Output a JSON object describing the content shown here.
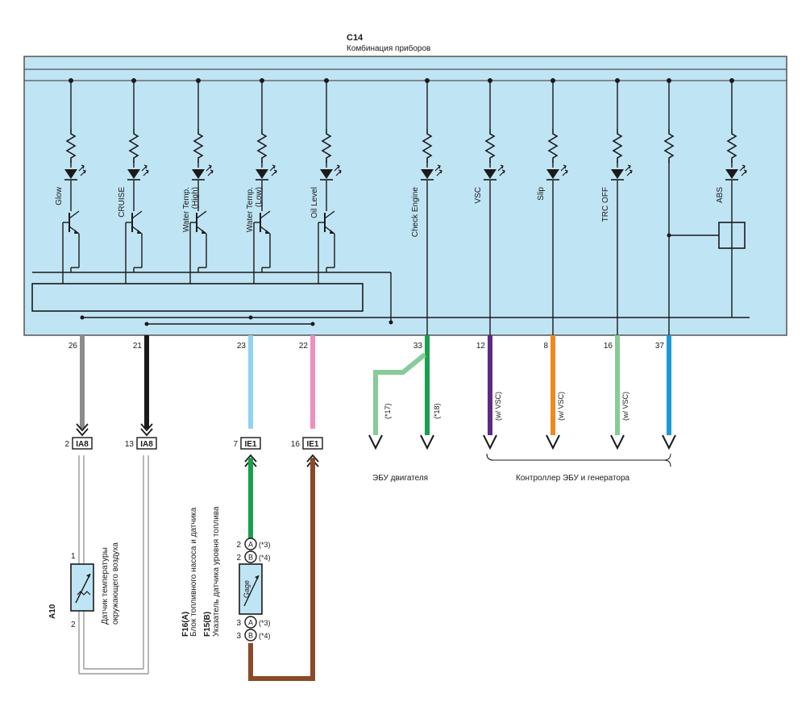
{
  "component": {
    "code": "C14",
    "name": "Комбинация приборов"
  },
  "lamps": [
    {
      "label": "Glow"
    },
    {
      "label": "CRUISE"
    },
    {
      "label": "Water Temp.",
      "label2": "(High)"
    },
    {
      "label": "Water Temp.",
      "label2": "(Low)"
    },
    {
      "label": "Oil Level"
    },
    {
      "label": "Check Engine"
    },
    {
      "label": "VSC"
    },
    {
      "label": "Slip"
    },
    {
      "label": "TRC OFF"
    },
    {
      "label": "ABS"
    }
  ],
  "wires": [
    {
      "pin": "26",
      "color": "#8c8c8c"
    },
    {
      "pin": "21",
      "color": "#1a1a1a"
    },
    {
      "pin": "23",
      "color": "#8fd3f2"
    },
    {
      "pin": "22",
      "color": "#ee8fc0"
    },
    {
      "pin": "33",
      "color": "#18a04c"
    },
    {
      "pin": "12",
      "color": "#5e2a86",
      "note": "(w/ VSC)"
    },
    {
      "pin": "8",
      "color": "#f08a1e",
      "note": "(w/ VSC)"
    },
    {
      "pin": "16",
      "color": "#86cc98",
      "note": "(w/ VSC)"
    },
    {
      "pin": "37",
      "color": "#1a9ad6"
    }
  ],
  "connectors": [
    {
      "pin": "2",
      "name": "IA8"
    },
    {
      "pin": "13",
      "name": "IA8"
    },
    {
      "pin": "7",
      "name": "IE1"
    },
    {
      "pin": "16",
      "name": "IE1"
    }
  ],
  "ecm": {
    "note17": "(*17)",
    "note18": "(*18)",
    "label": "ЭБУ двигателя"
  },
  "controller_label": "Контроллер ЭБУ и генератора",
  "a10": {
    "code": "A10",
    "desc1": "Датчик температуры",
    "desc2": "окружающего воздуха",
    "pin1": "1",
    "pin2": "2"
  },
  "fuel": {
    "code_a": "F16(A)",
    "desc_a": "Блок топливного насоса и датчика",
    "code_b": "F15(B)",
    "desc_b": "Указатель датчика уровня топлива",
    "gage": "Gage",
    "rows": [
      {
        "pin": "2",
        "letter": "A",
        "note": "(*3)"
      },
      {
        "pin": "2",
        "letter": "B",
        "note": "(*4)"
      },
      {
        "pin": "3",
        "letter": "A",
        "note": "(*3)"
      },
      {
        "pin": "3",
        "letter": "B",
        "note": "(*4)"
      }
    ]
  },
  "colors": {
    "panel": "#bfe4f4",
    "panel_border": "#555555"
  }
}
